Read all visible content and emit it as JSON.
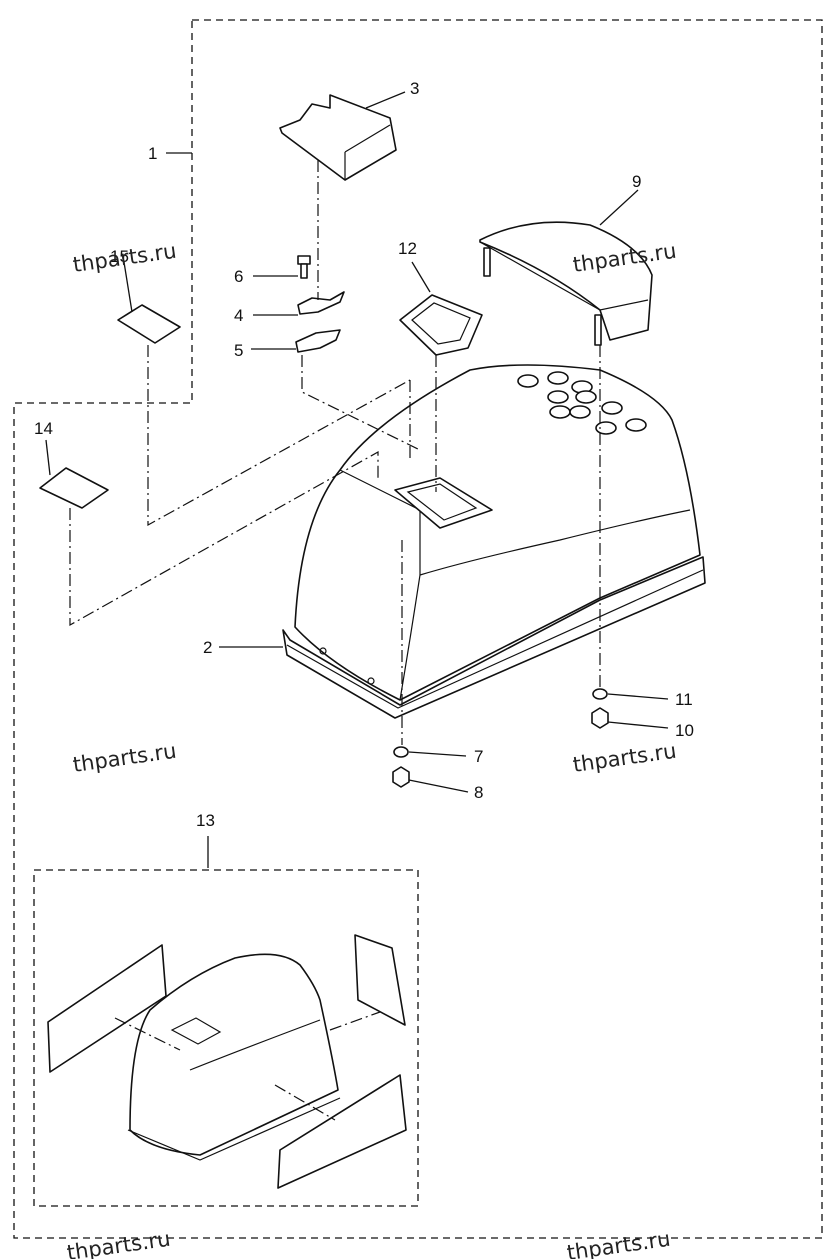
{
  "callouts": [
    {
      "id": "1",
      "text": "1"
    },
    {
      "id": "2",
      "text": "2"
    },
    {
      "id": "3",
      "text": "3"
    },
    {
      "id": "4",
      "text": "4"
    },
    {
      "id": "5",
      "text": "5"
    },
    {
      "id": "6",
      "text": "6"
    },
    {
      "id": "7",
      "text": "7"
    },
    {
      "id": "8",
      "text": "8"
    },
    {
      "id": "9",
      "text": "9"
    },
    {
      "id": "10",
      "text": "10"
    },
    {
      "id": "11",
      "text": "11"
    },
    {
      "id": "12",
      "text": "12"
    },
    {
      "id": "13",
      "text": "13"
    },
    {
      "id": "14",
      "text": "14"
    },
    {
      "id": "15",
      "text": "15"
    }
  ],
  "watermark": "thparts.ru"
}
